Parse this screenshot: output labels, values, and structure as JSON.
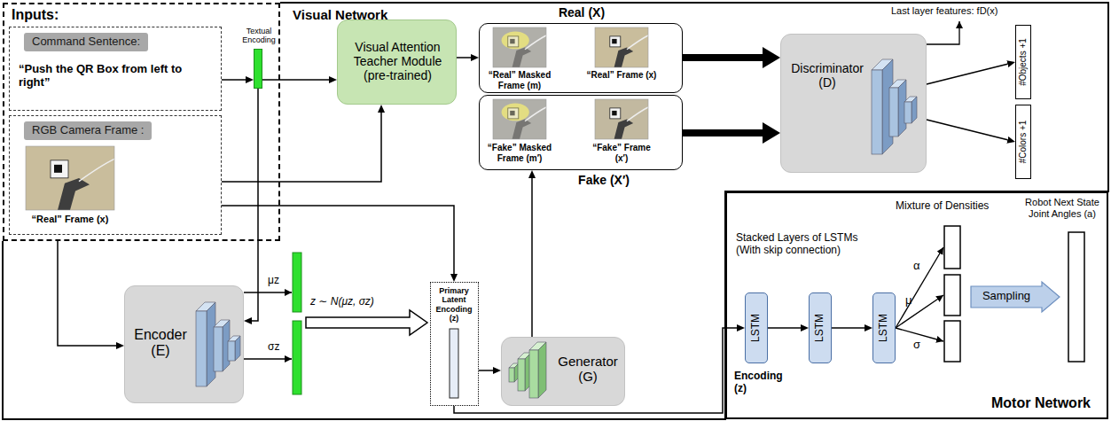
{
  "diagram": {
    "nodes": [
      {
        "text": [
          "Inputs:"
        ]
      },
      {
        "text": [
          "Command Sentence:",
          "“Push the QR Box from left to right”"
        ],
        "in": 0
      },
      {
        "text": [
          "RGB Camera Frame :",
          "“Real” Frame (x)"
        ],
        "in": 0
      },
      {
        "text": [
          "Textual Encoding"
        ],
        "in": 0
      },
      {
        "text": [
          "Visual Network"
        ]
      },
      {
        "text": [
          "Visual Attention Teacher Module (pre-trained)"
        ],
        "in": 4
      },
      {
        "text": [
          "Real (X)",
          "“Real” Masked Frame (m)",
          "“Real” Frame (x)"
        ],
        "in": 4
      },
      {
        "text": [
          "“Fake” Masked Frame (m′)",
          "“Fake” Frame (x′)",
          "Fake (X′)"
        ],
        "in": 4
      },
      {
        "text": [
          "Discriminator (D)"
        ],
        "in": 4
      },
      {
        "text": [
          "#Objects +1"
        ],
        "in": 4
      },
      {
        "text": [
          "#Colors +1"
        ],
        "in": 4
      },
      {
        "text": [
          "Encoder (E)"
        ]
      },
      {
        "text": [
          "Primary Latent Encoding (z)"
        ]
      },
      {
        "text": [
          "Generator (G)"
        ]
      },
      {
        "text": [
          "Motor Network"
        ]
      },
      {
        "text": [
          "LSTM"
        ],
        "in": 14
      },
      {
        "text": [
          "LSTM"
        ],
        "in": 14
      },
      {
        "text": [
          "LSTM"
        ],
        "in": 14
      },
      {
        "text": [
          "Sampling"
        ],
        "in": 14
      }
    ],
    "edges": [
      {
        "from": 1,
        "to": 3,
        "arrow": "to"
      },
      {
        "from": 3,
        "to": 5,
        "arrow": "to"
      },
      {
        "from": 2,
        "to": 5,
        "arrow": "to"
      },
      {
        "from": 2,
        "to": 12,
        "arrow": "to"
      },
      {
        "from": 3,
        "to": 11,
        "arrow": "to"
      },
      {
        "from": 0,
        "to": 11,
        "arrow": "to"
      },
      {
        "from": 5,
        "to": 6,
        "arrow": "to"
      },
      {
        "from": 6,
        "to": 8,
        "arrow": "to"
      },
      {
        "from": 7,
        "to": 8,
        "arrow": "to"
      },
      {
        "from": 8,
        "to": 9,
        "arrow": "to"
      },
      {
        "from": 8,
        "to": 10,
        "arrow": "to"
      },
      {
        "from": 12,
        "to": 13,
        "arrow": "to"
      },
      {
        "from": 13,
        "to": 7,
        "arrow": "to"
      },
      {
        "from": 12,
        "to": 15,
        "arrow": "to"
      },
      {
        "from": 15,
        "to": 16,
        "arrow": "to"
      },
      {
        "from": 16,
        "to": 17,
        "arrow": "to"
      }
    ],
    "labels": [
      "Last layer features: fD(x)",
      "μz",
      "σz",
      "z ∼ N(μz, σz)",
      "Mixture of Densities",
      "Stacked Layers of LSTMs (With skip connection)",
      "Encoding (z)",
      "α",
      "μ",
      "σ",
      "Robot Next State Joint Angles (a)"
    ]
  }
}
